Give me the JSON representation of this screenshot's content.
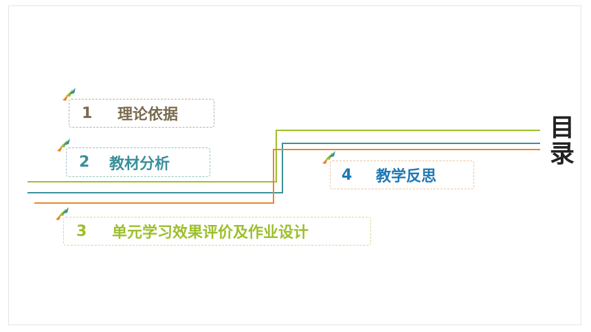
{
  "title": "目录",
  "colors": {
    "olive": "#9cbf2a",
    "teal": "#3a8f99",
    "orange": "#e8872a",
    "brown": "#7a6a4f",
    "blue": "#1f78b4"
  },
  "items": [
    {
      "number": "1",
      "label": "理论依据",
      "color": "#7a6a4f"
    },
    {
      "number": "2",
      "label": "教材分析",
      "color": "#3a8f99"
    },
    {
      "number": "3",
      "label": "单元学习效果评价及作业设计",
      "color": "#9cbf2a"
    },
    {
      "number": "4",
      "label": "教学反思",
      "color": "#1f78b4"
    }
  ],
  "icons": [
    "triangle-pin-icon"
  ]
}
